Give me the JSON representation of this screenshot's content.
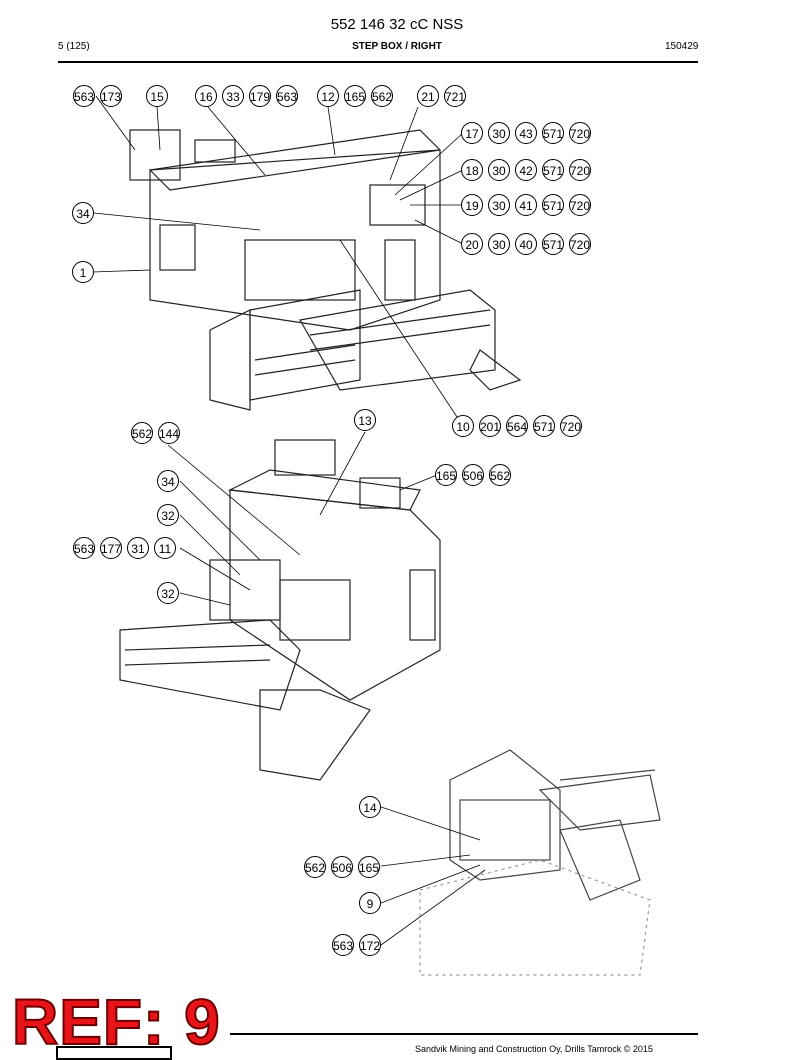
{
  "document": {
    "title": "552 146 32 cC NSS",
    "page": "5 (125)",
    "section": "STEP BOX / RIGHT",
    "date_code": "150429",
    "footer": "Sandvik Mining and Construction Oy, Drills Tamrock © 2015"
  },
  "watermark": "REF: 9",
  "callouts": [
    [
      "563",
      "173"
    ],
    [
      "15"
    ],
    [
      "16",
      "33",
      "179",
      "563"
    ],
    [
      "12",
      "165",
      "562"
    ],
    [
      "21",
      "721"
    ],
    [
      "17",
      "30",
      "43",
      "571",
      "720"
    ],
    [
      "18",
      "30",
      "42",
      "571",
      "720"
    ],
    [
      "19",
      "30",
      "41",
      "571",
      "720"
    ],
    [
      "20",
      "30",
      "40",
      "571",
      "720"
    ],
    [
      "34"
    ],
    [
      "1"
    ],
    [
      "10",
      "201",
      "564",
      "571",
      "720"
    ],
    [
      "13"
    ],
    [
      "562",
      "144"
    ],
    [
      "165",
      "506",
      "562"
    ],
    [
      "34"
    ],
    [
      "32"
    ],
    [
      "563",
      "177",
      "31",
      "11"
    ],
    [
      "32"
    ],
    [
      "14"
    ],
    [
      "562",
      "506",
      "165"
    ],
    [
      "9"
    ],
    [
      "563",
      "172"
    ]
  ]
}
